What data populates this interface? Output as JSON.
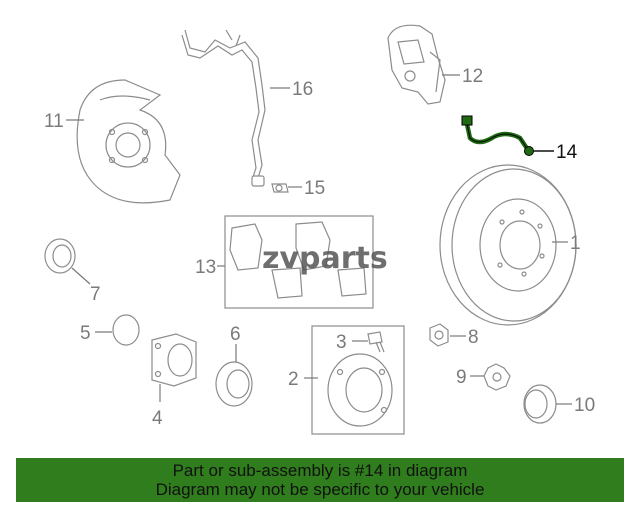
{
  "callouts": {
    "c1": "1",
    "c2": "2",
    "c3": "3",
    "c4": "4",
    "c5": "5",
    "c6": "6",
    "c7": "7",
    "c8": "8",
    "c9": "9",
    "c10": "10",
    "c11": "11",
    "c12": "12",
    "c13": "13",
    "c14": "14",
    "c15": "15",
    "c16": "16"
  },
  "highlight_color": "#1f6b12",
  "banner": {
    "line1": "Part or sub-assembly is #14 in diagram",
    "line2": "Diagram may not be specific to your vehicle",
    "background": "#2f7d1c"
  },
  "watermark": "zvparts"
}
